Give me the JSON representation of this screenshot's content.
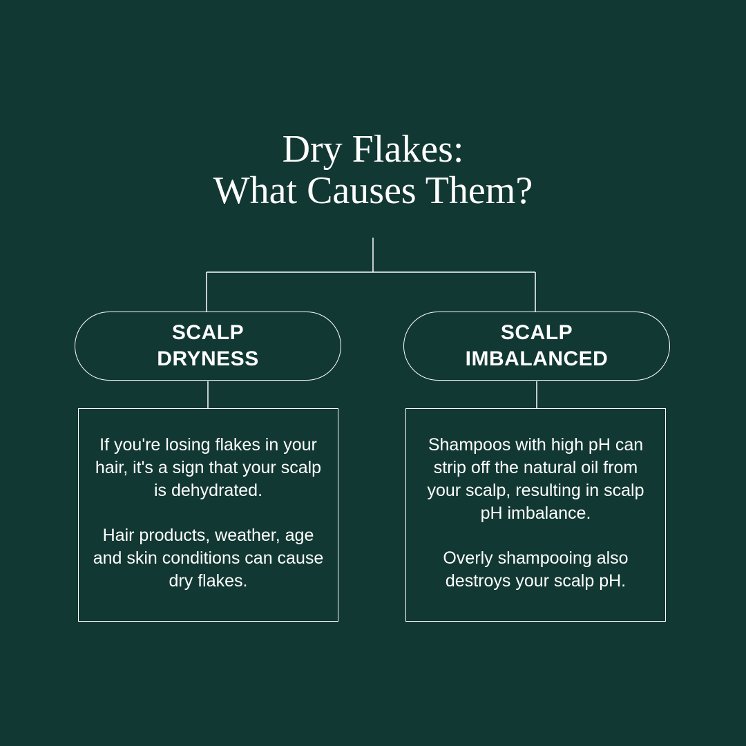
{
  "title": {
    "line1": "Dry Flakes:",
    "line2": "What Causes Them?"
  },
  "branches": [
    {
      "heading_line1": "SCALP",
      "heading_line2": "DRYNESS",
      "paragraphs": [
        "If you're losing flakes in your hair, it's a sign that your scalp is dehydrated.",
        "Hair products, weather, age and skin conditions can cause dry flakes."
      ]
    },
    {
      "heading_line1": "SCALP",
      "heading_line2": "IMBALANCED",
      "paragraphs": [
        "Shampoos with high pH can strip off the natural oil from your scalp, resulting in scalp pH imbalance.",
        "Overly shampooing also destroys your scalp pH."
      ]
    }
  ],
  "colors": {
    "background": "#123833",
    "foreground": "#ffffff"
  }
}
